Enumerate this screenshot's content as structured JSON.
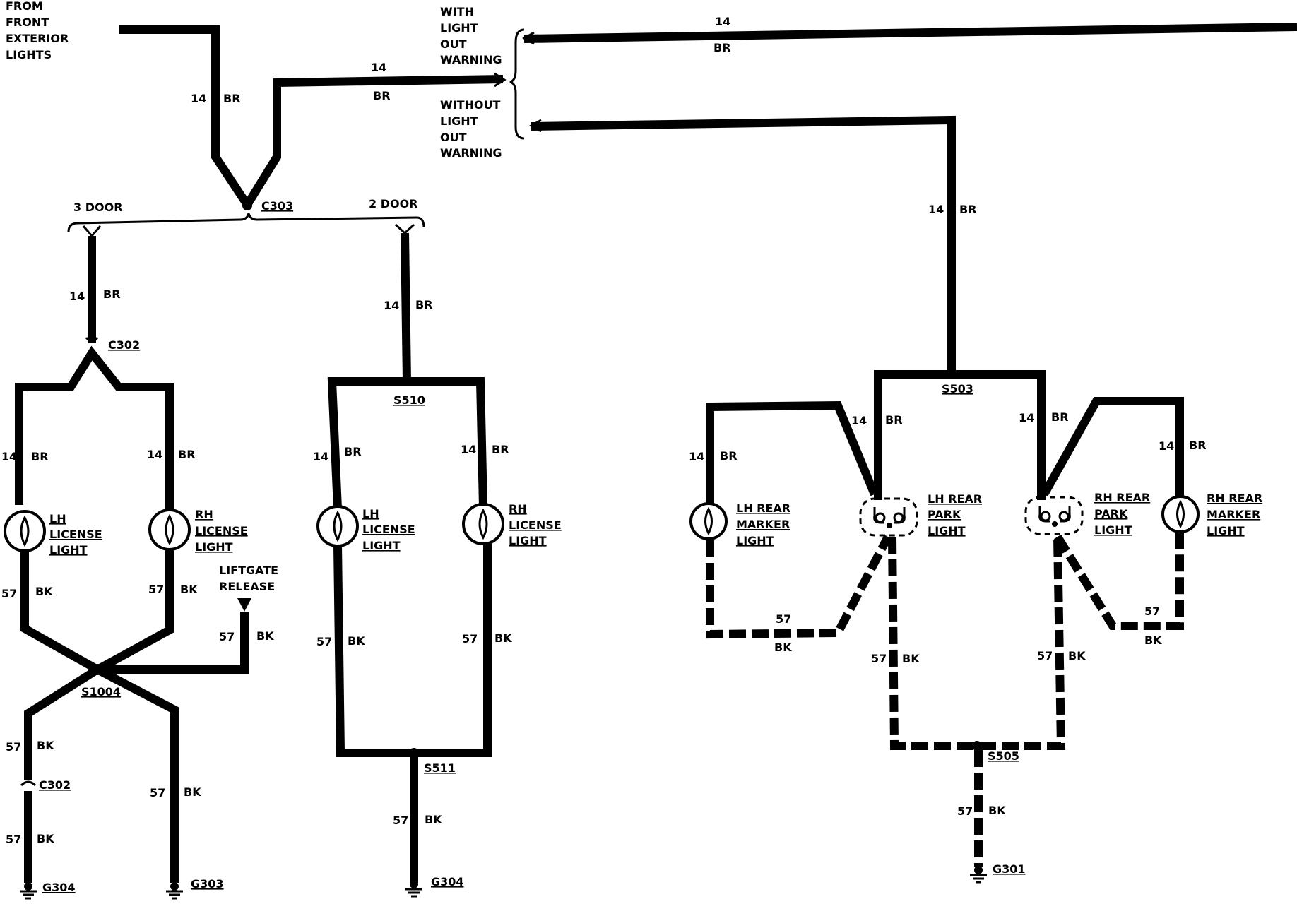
{
  "source": {
    "from_lines": [
      "FROM",
      "FRONT",
      "EXTERIOR",
      "LIGHTS"
    ],
    "with_warning": [
      "WITH",
      "LIGHT",
      "OUT",
      "WARNING"
    ],
    "without_warning": [
      "WITHOUT",
      "LIGHT",
      "OUT",
      "WARNING"
    ]
  },
  "wire_br": {
    "gauge": "14",
    "color": "BR"
  },
  "wire_bk": {
    "gauge": "57",
    "color": "BK"
  },
  "variants": {
    "three_door": "3 DOOR",
    "two_door": "2 DOOR"
  },
  "connectors": {
    "c303": "C303",
    "c302_top": "C302",
    "c302_bottom": "C302"
  },
  "splices": {
    "s1004": "S1004",
    "s510": "S510",
    "s511": "S511",
    "s503": "S503",
    "s505": "S505"
  },
  "grounds": {
    "g304_left": "G304",
    "g303": "G303",
    "g304_mid": "G304",
    "g301": "G301"
  },
  "components": {
    "lh_license_3dr": [
      "LH",
      "LICENSE",
      "LIGHT"
    ],
    "rh_license_3dr": [
      "RH",
      "LICENSE",
      "LIGHT"
    ],
    "liftgate": [
      "LIFTGATE",
      "RELEASE"
    ],
    "lh_license_2dr": [
      "LH",
      "LICENSE",
      "LIGHT"
    ],
    "rh_license_2dr": [
      "RH",
      "LICENSE",
      "LIGHT"
    ],
    "lh_rear_marker": [
      "LH REAR",
      "MARKER",
      "LIGHT"
    ],
    "lh_rear_park": [
      "LH REAR",
      "PARK",
      "LIGHT"
    ],
    "rh_rear_park": [
      "RH REAR",
      "PARK",
      "LIGHT"
    ],
    "rh_rear_marker": [
      "RH REAR",
      "MARKER",
      "LIGHT"
    ]
  }
}
